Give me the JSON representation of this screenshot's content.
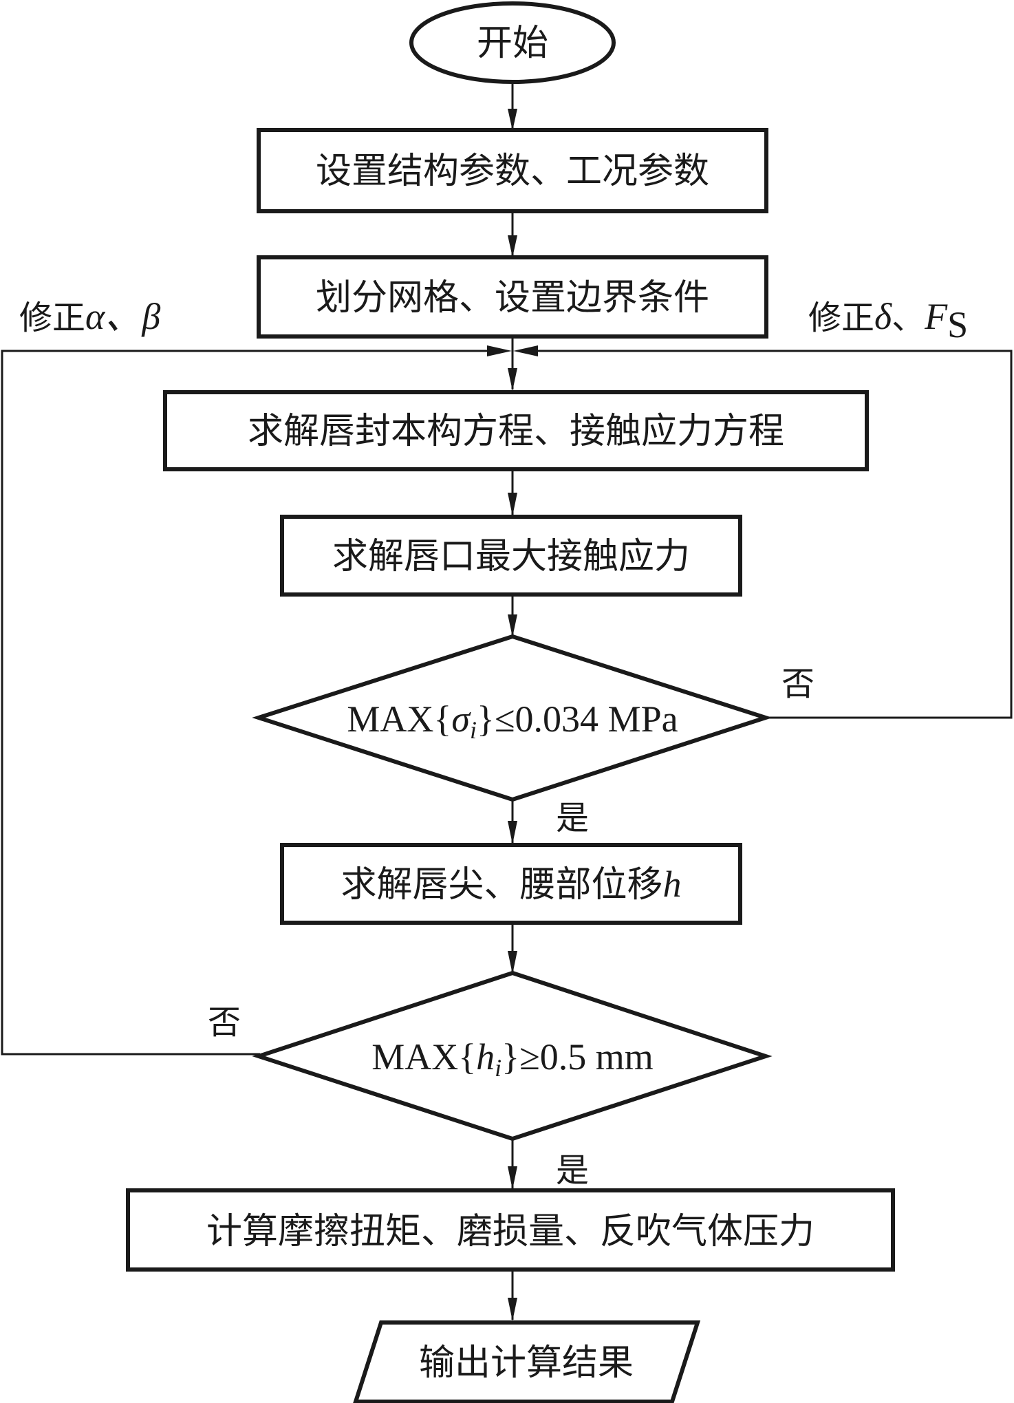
{
  "diagram": {
    "start": "开始",
    "steps": {
      "set_params": "设置结构参数、工况参数",
      "mesh": "划分网格、设置边界条件",
      "solve_equations": "求解唇封本构方程、接触应力方程",
      "solve_max_stress": "求解唇口最大接触应力",
      "solve_displacement": "求解唇尖、腰部位移",
      "solve_displacement_var": "h",
      "compute": "计算摩擦扭矩、磨损量、反吹气体压力",
      "output": "输出计算结果"
    },
    "decision1": {
      "prefix": "MAX{",
      "var": "σ",
      "sub": "i",
      "suffix": "}≤0.034 MPa",
      "yes_label": "是",
      "no_label": "否"
    },
    "decision2": {
      "prefix": "MAX{",
      "var": "h",
      "sub": "i",
      "suffix": "}≥0.5 mm",
      "yes_label": "是",
      "no_label": "否"
    },
    "loops": {
      "left_prefix": "修正",
      "left_vars": "α、β",
      "right_prefix": "修正",
      "right_var1": "δ",
      "right_sep": "、",
      "right_var2": "F",
      "right_var2_sub": "S"
    }
  }
}
